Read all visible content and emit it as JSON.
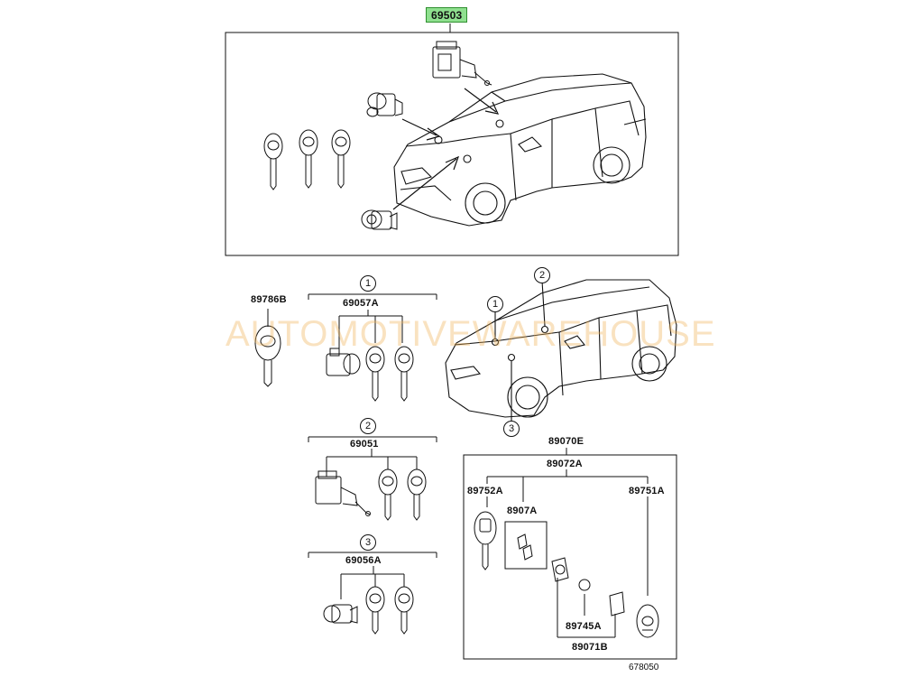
{
  "title_part": "69503",
  "reference": "678050",
  "watermark": "AUTOMOTIVEWAREHOUSE",
  "highlight_color": "#8fe08f",
  "callouts": {
    "key_blank": "89786B",
    "group1": "69057A",
    "group2": "69051",
    "group3": "69056A",
    "transmitter_set": "89070E",
    "transmitter_assy": "89072A",
    "housing_left": "89752A",
    "housing_right": "89751A",
    "insert": "8907A",
    "battery": "89745A",
    "sub_assy": "89071B"
  },
  "markers": {
    "m1": "1",
    "m2": "2",
    "m3": "3"
  }
}
